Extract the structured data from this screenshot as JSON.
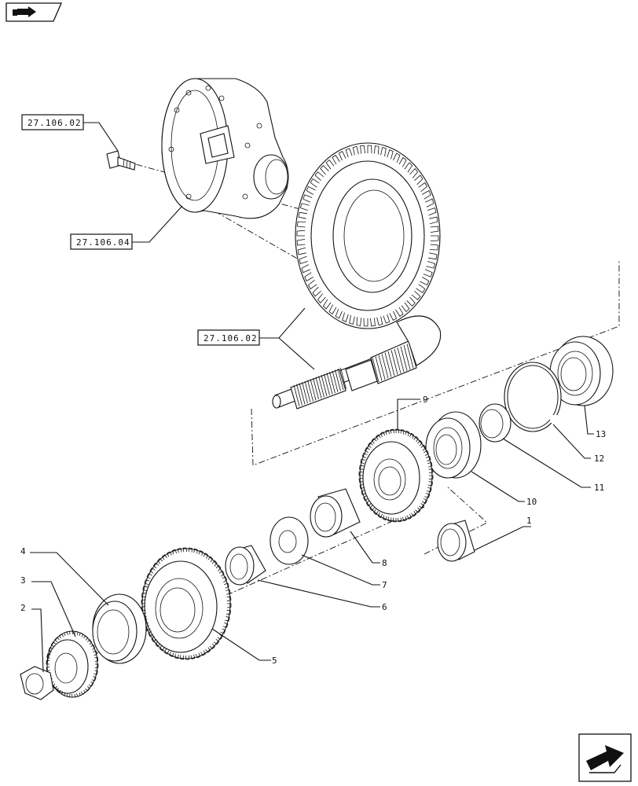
{
  "diagram": {
    "references": [
      {
        "id": "ref-top",
        "label": "27.106.02"
      },
      {
        "id": "ref-middle",
        "label": "27.106.04"
      },
      {
        "id": "ref-lower",
        "label": "27.106.02"
      }
    ],
    "callouts": [
      {
        "id": "c1",
        "label": "1"
      },
      {
        "id": "c2",
        "label": "2"
      },
      {
        "id": "c3",
        "label": "3"
      },
      {
        "id": "c4",
        "label": "4"
      },
      {
        "id": "c5",
        "label": "5"
      },
      {
        "id": "c6",
        "label": "6"
      },
      {
        "id": "c7",
        "label": "7"
      },
      {
        "id": "c8",
        "label": "8"
      },
      {
        "id": "c9",
        "label": "9"
      },
      {
        "id": "c10",
        "label": "10"
      },
      {
        "id": "c11",
        "label": "11"
      },
      {
        "id": "c12",
        "label": "12"
      },
      {
        "id": "c13",
        "label": "13"
      }
    ],
    "icons": {
      "top_left": "book-arrow-icon",
      "bottom_right": "next-page-arrow-icon"
    }
  }
}
